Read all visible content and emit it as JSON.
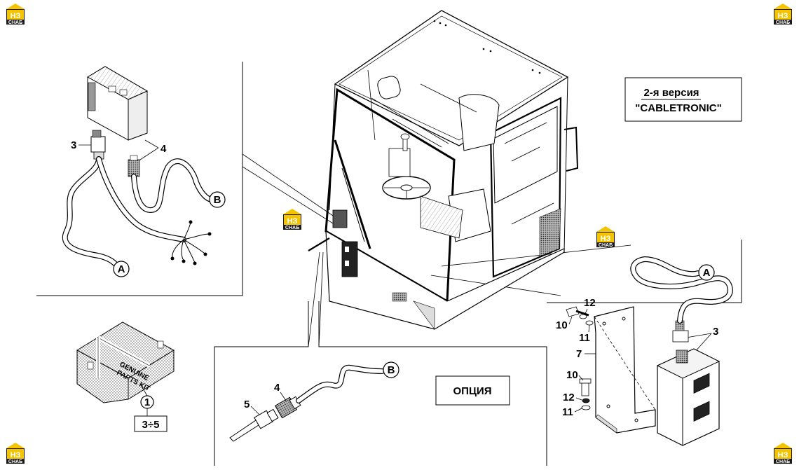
{
  "version_box": {
    "line1": "2-я версия",
    "line2": "\"CABLETRONIC\""
  },
  "option_box": {
    "label": "ОПЦИЯ"
  },
  "kit": {
    "text_line1": "GENUINE",
    "text_line2": "PARTS KIT",
    "callout": "1",
    "range": "3÷5"
  },
  "refs": {
    "A": "A",
    "B": "B"
  },
  "parts": {
    "p3": "3",
    "p4": "4",
    "p5": "5",
    "p7": "7",
    "p10": "10",
    "p11": "11",
    "p12": "12"
  },
  "logo": {
    "mark": "НЗ",
    "caption": "СНАБ"
  },
  "colors": {
    "logo_yellow": "#f5c400",
    "logo_dark": "#1a1a1a",
    "line": "#000000"
  }
}
